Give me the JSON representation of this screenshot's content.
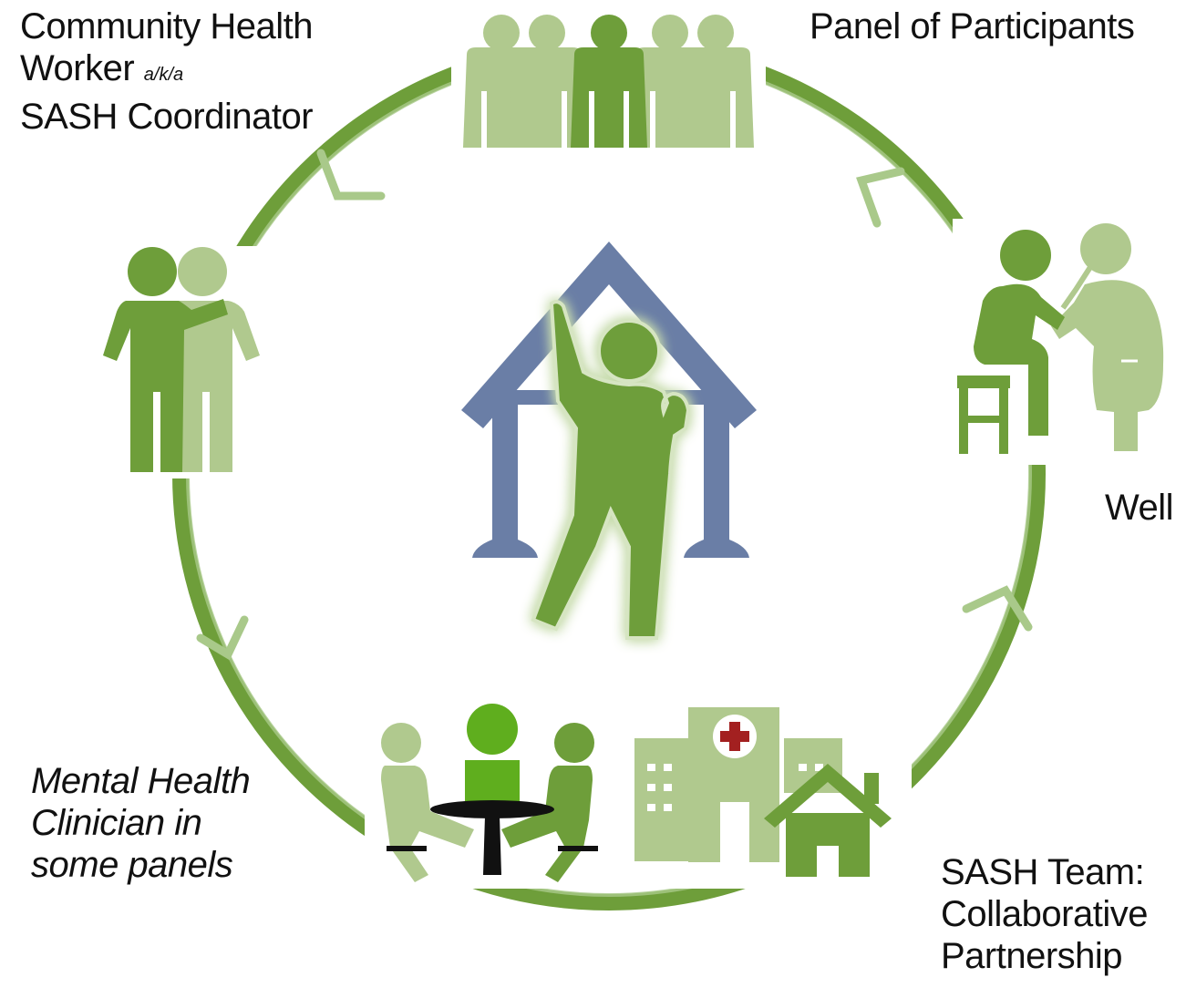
{
  "labels": {
    "chw": {
      "line1": "Community Health",
      "line2_main": "Worker",
      "line2_suffix": "a/k/a",
      "line3": "SASH Coordinator"
    },
    "panel": "Panel of Participants",
    "wellness": "Well",
    "mental_health": {
      "line1": "Mental Health",
      "line2": "Clinician in",
      "line3": "some panels"
    },
    "sash_team": {
      "line1": "SASH Team:",
      "line2": "Collaborative",
      "line3": "Partnership"
    }
  },
  "colors": {
    "ring": "#6e9e3a",
    "ring_light": "#a9c98a",
    "dark_green": "#6e9e3a",
    "light_green": "#b0c98e",
    "bright_green": "#5fae1e",
    "house_blue": "#6a7ea6",
    "cross_red": "#a32020",
    "table_black": "#111111"
  },
  "icons": [
    "panel-group-icon",
    "hugging-pair-icon",
    "doctor-patient-icon",
    "house-person-icon",
    "meeting-table-icon",
    "hospital-home-icon"
  ]
}
